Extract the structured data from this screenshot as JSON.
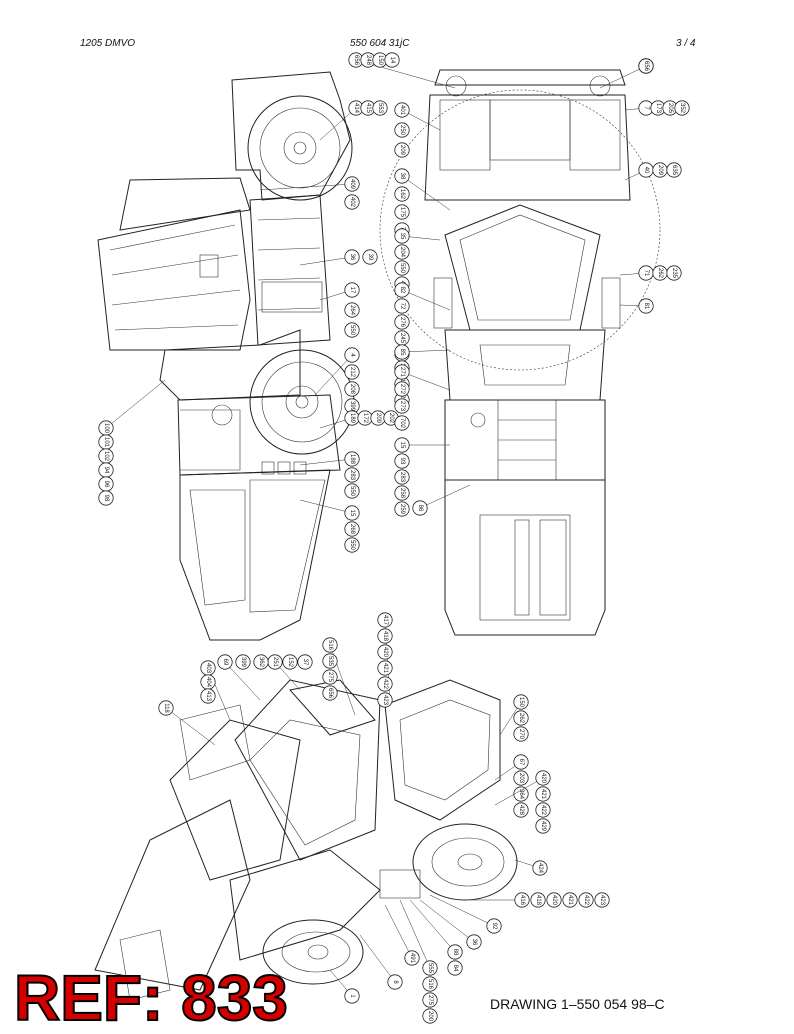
{
  "header": {
    "left": "1205 DMVO",
    "center": "550 604 31jC",
    "right": "3 /   4"
  },
  "stamp": "REF: 833",
  "drawing_number": "DRAWING 1–550 054 98–C",
  "callout_groups": [
    {
      "id": "side-top",
      "labels": [
        "656",
        "248",
        "150",
        "14"
      ]
    },
    {
      "id": "side-hub",
      "labels": [
        "414",
        "415",
        "553"
      ]
    },
    {
      "id": "side-mid",
      "labels": [
        "409",
        "402"
      ]
    },
    {
      "id": "side-step",
      "labels": [
        "36",
        "39"
      ]
    },
    {
      "id": "side-cab",
      "labels": [
        "17",
        "264",
        "550"
      ]
    },
    {
      "id": "side-rear",
      "labels": [
        "4",
        "212",
        "208",
        "399"
      ]
    },
    {
      "id": "side-axle",
      "labels": [
        "189",
        "172",
        "209",
        "202"
      ]
    },
    {
      "id": "side-low",
      "labels": [
        "188",
        "283",
        "550"
      ]
    },
    {
      "id": "side-tail",
      "labels": [
        "15",
        "268",
        "550"
      ]
    },
    {
      "id": "side-left",
      "labels": [
        "100",
        "101",
        "102",
        "94",
        "96",
        "98"
      ]
    },
    {
      "id": "top-topleft",
      "labels": [
        "401",
        "250",
        "209"
      ]
    },
    {
      "id": "top-topright",
      "labels": [
        "14",
        "150",
        "248",
        "656"
      ]
    },
    {
      "id": "top-right",
      "labels": [
        "7",
        "173",
        "205",
        "352"
      ]
    },
    {
      "id": "top-right2",
      "labels": [
        "40",
        "209",
        "635"
      ]
    },
    {
      "id": "top-mid",
      "labels": [
        "38",
        "162",
        "175",
        "75"
      ]
    },
    {
      "id": "top-left2",
      "labels": [
        "35",
        "204",
        "550",
        "43"
      ]
    },
    {
      "id": "top-right3",
      "labels": [
        "71",
        "262",
        "235"
      ]
    },
    {
      "id": "top-right4",
      "labels": [
        "81"
      ]
    },
    {
      "id": "top-center",
      "labels": [
        "82",
        "72",
        "276",
        "245",
        "279"
      ]
    },
    {
      "id": "top-center2",
      "labels": [
        "85",
        "143",
        "161",
        "220"
      ]
    },
    {
      "id": "top-center3",
      "labels": [
        "271",
        "272",
        "273",
        "702"
      ]
    },
    {
      "id": "top-low",
      "labels": [
        "15",
        "93",
        "283",
        "258",
        "259"
      ]
    },
    {
      "id": "top-bottom",
      "labels": [
        "86"
      ]
    },
    {
      "id": "iso-top",
      "labels": [
        "417",
        "418",
        "420",
        "421",
        "422",
        "423"
      ]
    },
    {
      "id": "iso-top2",
      "labels": [
        "516",
        "535",
        "275",
        "656"
      ]
    },
    {
      "id": "iso-top3",
      "labels": [
        "251",
        "152",
        "37"
      ]
    },
    {
      "id": "iso-top4",
      "labels": [
        "69",
        "399",
        "362"
      ]
    },
    {
      "id": "iso-top5",
      "labels": [
        "403",
        "404",
        "413"
      ]
    },
    {
      "id": "iso-left",
      "labels": [
        "118"
      ]
    },
    {
      "id": "iso-right",
      "labels": [
        "150",
        "262",
        "270"
      ]
    },
    {
      "id": "iso-right2",
      "labels": [
        "67",
        "203",
        "364",
        "428"
      ]
    },
    {
      "id": "iso-right3",
      "labels": [
        "420",
        "421",
        "422",
        "429"
      ]
    },
    {
      "id": "iso-right4",
      "labels": [
        "424"
      ]
    },
    {
      "id": "iso-low1",
      "labels": [
        "416",
        "418",
        "420",
        "421",
        "422",
        "423"
      ]
    },
    {
      "id": "iso-low2",
      "labels": [
        "92"
      ]
    },
    {
      "id": "iso-low3",
      "labels": [
        "36"
      ]
    },
    {
      "id": "iso-low4",
      "labels": [
        "88",
        "84"
      ]
    },
    {
      "id": "iso-low5",
      "labels": [
        "555",
        "516",
        "275",
        "200"
      ]
    },
    {
      "id": "iso-low6",
      "labels": [
        "491"
      ]
    },
    {
      "id": "iso-low7",
      "labels": [
        "8"
      ]
    },
    {
      "id": "iso-low8",
      "labels": [
        "1"
      ]
    }
  ]
}
